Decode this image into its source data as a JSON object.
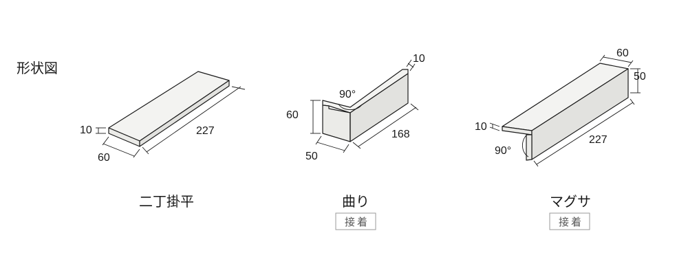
{
  "heading": "形状図",
  "colors": {
    "top_face": "#f3f3f1",
    "side_face": "#e2e2df",
    "front_face": "#ebebe8",
    "outline": "#1a1a1a",
    "badge_border": "#999999",
    "badge_text": "#555555"
  },
  "shapes": [
    {
      "name": "二丁掛平",
      "dims": {
        "thickness": "10",
        "width": "60",
        "length": "227"
      }
    },
    {
      "name": "曲り",
      "badge": "接着",
      "dims": {
        "thickness": "10",
        "height": "60",
        "depth": "50",
        "length": "168",
        "angle": "90°"
      }
    },
    {
      "name": "マグサ",
      "badge": "接着",
      "dims": {
        "width": "60",
        "height": "50",
        "thickness": "10",
        "length": "227",
        "angle": "90°"
      }
    }
  ]
}
